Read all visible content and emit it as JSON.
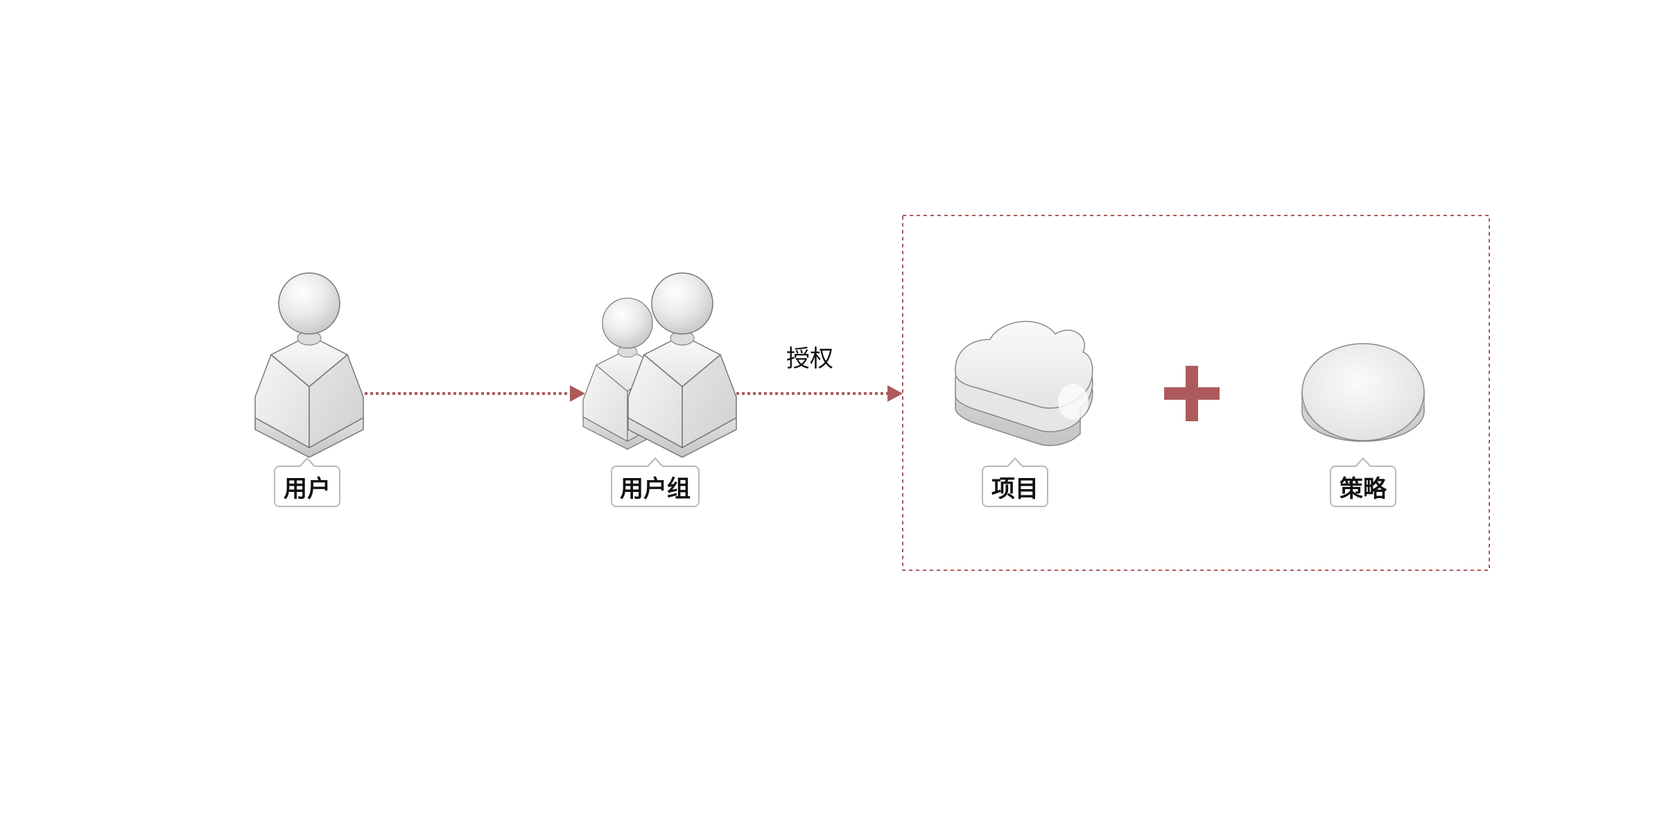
{
  "nodes": {
    "user": {
      "label": "用户",
      "icon": "user-icon"
    },
    "user_group": {
      "label": "用户组",
      "icon": "user-group-icon"
    },
    "project": {
      "label": "项目",
      "icon": "cloud-icon"
    },
    "policy": {
      "label": "策略",
      "icon": "disc-icon"
    }
  },
  "edges": {
    "user_to_group": {
      "label": ""
    },
    "group_to_container": {
      "label": "授权"
    }
  },
  "operator": {
    "symbol": "+",
    "icon": "plus-icon"
  },
  "colors": {
    "accent": "#ac5a5c",
    "icon_fill": "#ececec",
    "callout_border": "#b9b9b9",
    "text": "#111111"
  }
}
